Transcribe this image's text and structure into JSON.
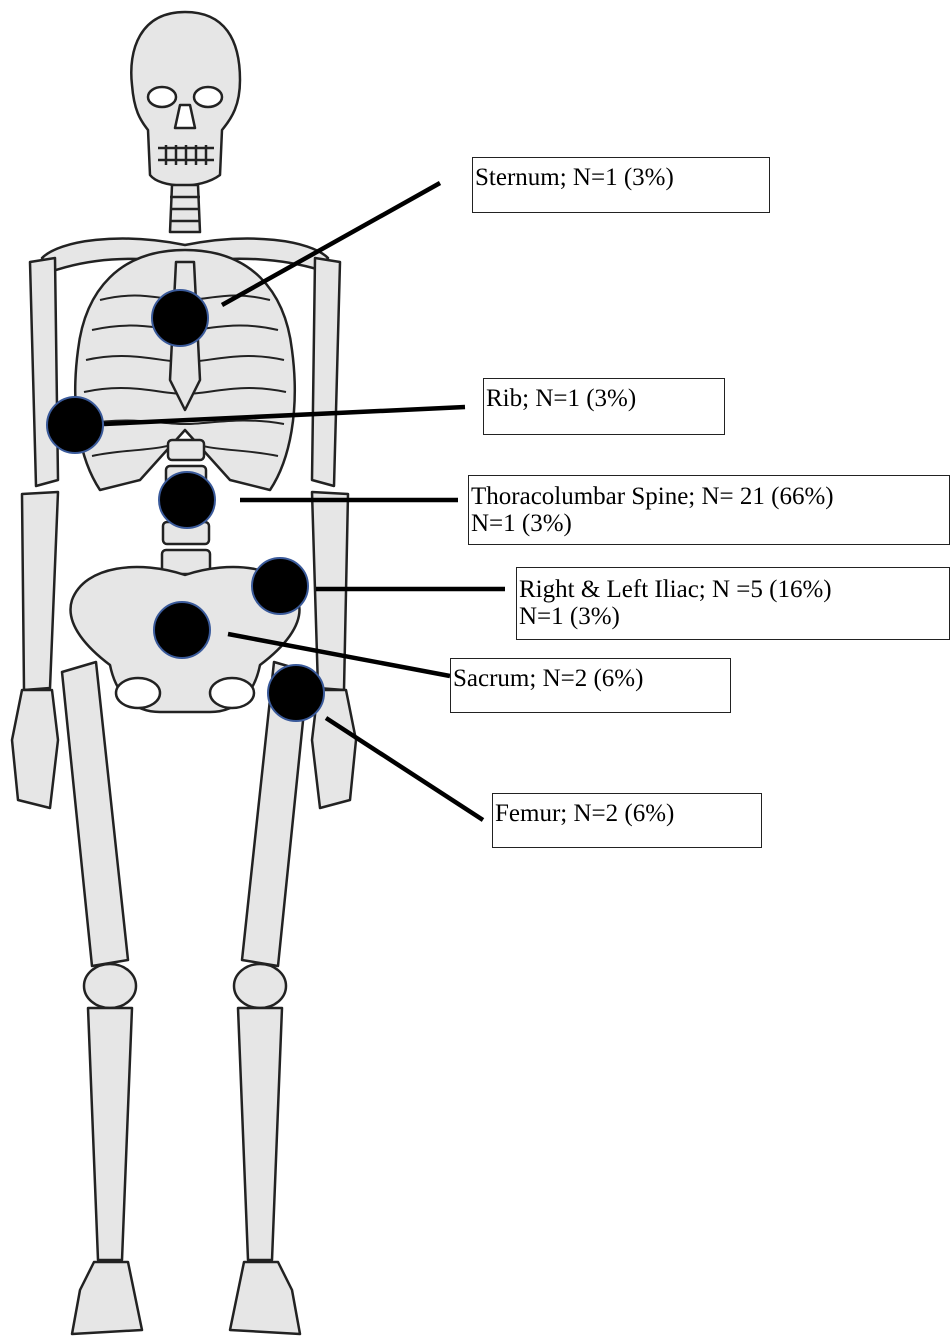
{
  "figure": {
    "type": "skeleton-lesion-map",
    "marker_color": "#000000",
    "marker_border_color": "#3a5a9a",
    "bone_fill": "#e6e6e6",
    "bone_stroke": "#222222"
  },
  "sites": [
    {
      "id": "sternum",
      "line1": "Sternum; N=1 (3%)",
      "line2": ""
    },
    {
      "id": "rib",
      "line1": "Rib; N=1 (3%)",
      "line2": ""
    },
    {
      "id": "thoracolumbar",
      "line1": "Thoracolumbar Spine; N= 21 (66%)",
      "line2": "N=1 (3%)"
    },
    {
      "id": "iliac",
      "line1": "Right & Left Iliac; N =5 (16%)",
      "line2": "N=1 (3%)"
    },
    {
      "id": "sacrum",
      "line1": "Sacrum; N=2 (6%)",
      "line2": ""
    },
    {
      "id": "femur",
      "line1": "Femur; N=2 (6%)",
      "line2": ""
    }
  ]
}
